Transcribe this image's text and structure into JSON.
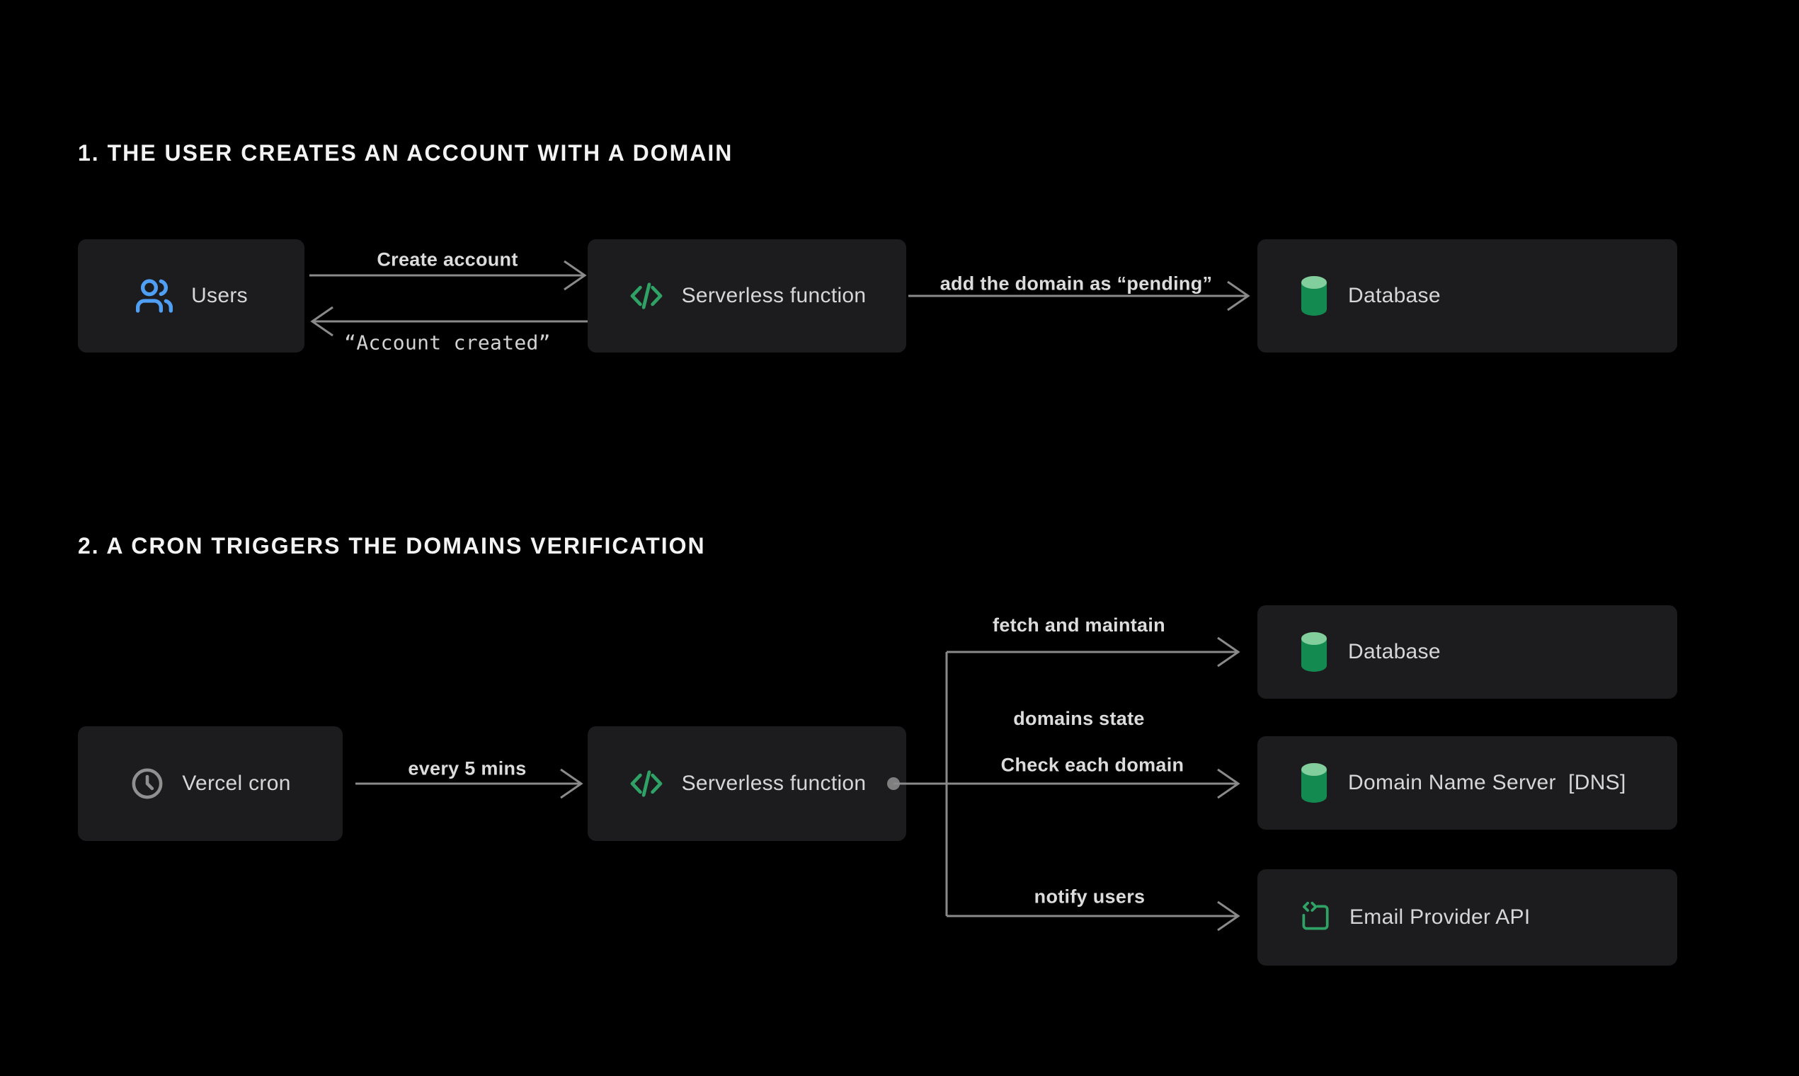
{
  "page": {
    "background": "#000000"
  },
  "sections": [
    {
      "title": "1. THE USER CREATES AN ACCOUNT WITH A DOMAIN",
      "flows": [
        {
          "from": "Users",
          "to": "Serverless function",
          "label": "Create account"
        },
        {
          "from": "Serverless function",
          "to": "Users",
          "label": "“Account created”"
        },
        {
          "from": "Serverless function",
          "to": "Database",
          "label": "add the domain as “pending”"
        }
      ]
    },
    {
      "title": "2. A CRON TRIGGERS THE DOMAINS VERIFICATION",
      "flows": [
        {
          "from": "Vercel cron",
          "to": "Serverless function",
          "label": "every 5 mins"
        },
        {
          "from": "Serverless function",
          "to": "Database",
          "label": "fetch and maintain domains state"
        },
        {
          "from": "Serverless function",
          "to": "Domain Name Server [DNS]",
          "label": "Check each domain"
        },
        {
          "from": "Serverless function",
          "to": "Email Provider API",
          "label": "notify users"
        }
      ]
    }
  ],
  "nodes": {
    "users": "Users",
    "serverless": "Serverless function",
    "database": "Database",
    "vercel_cron": "Vercel cron",
    "dns": "Domain Name Server  [DNS]",
    "email_api": "Email Provider API"
  },
  "labels": {
    "create_account": "Create account",
    "account_created": "“Account created”",
    "add_pending": "add the domain as “pending”",
    "every_5_mins": "every 5 mins",
    "fetch_line1": "fetch and maintain",
    "fetch_line2": "domains state",
    "check_domain": "Check each domain",
    "notify_users": "notify users"
  },
  "icons": {
    "users-icon": "two-people",
    "code-icon": "</>",
    "database-icon": "cylinder",
    "clock-icon": "clock",
    "api-icon": "code-square"
  },
  "colors": {
    "background": "#000000",
    "box_bg": "#1C1C1E",
    "box_text": "#D6D6D6",
    "title_text": "#F3F3F3",
    "line": "#8A8A8A",
    "connector_dot": "#7F7F7F",
    "arrow_label_text": "#DCDCDC",
    "users_blue": "#4FA0F5",
    "code_green": "#2FA266",
    "cylinder_top": "#82CE9C",
    "cylinder_body": "#128A50",
    "clock_gray": "#909090"
  }
}
